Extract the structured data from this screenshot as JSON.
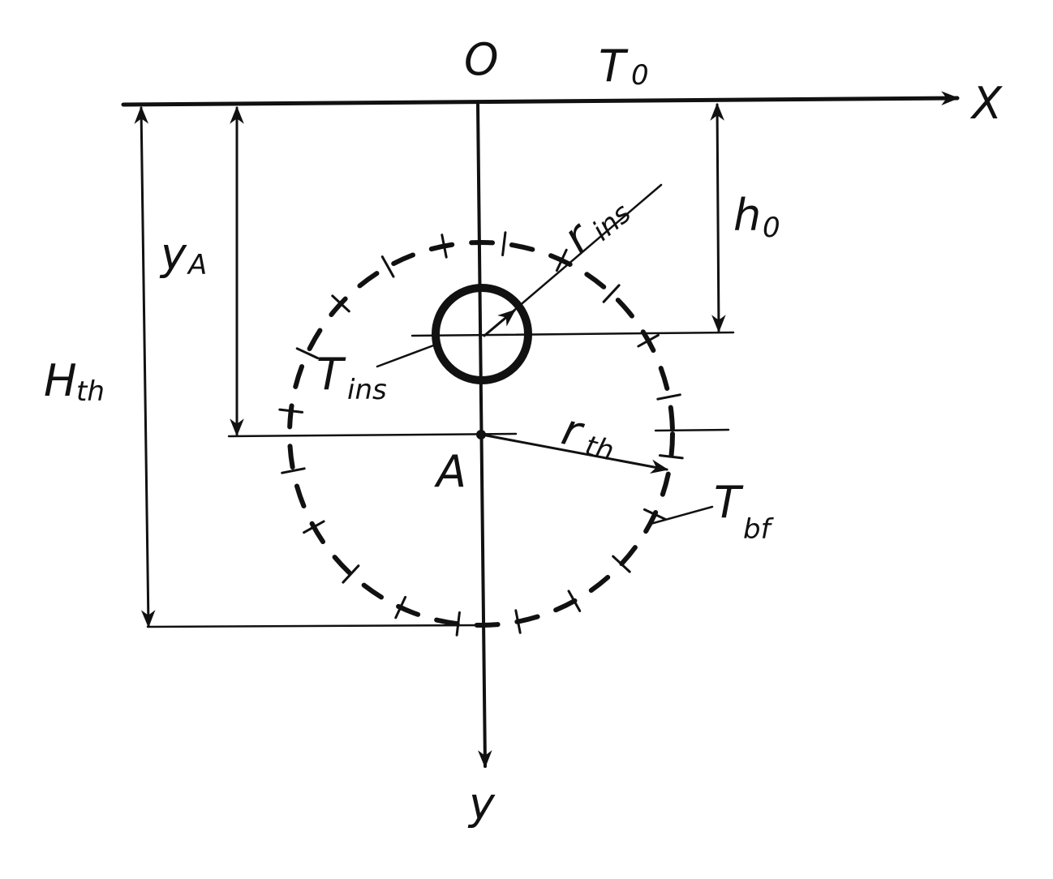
{
  "labels": {
    "origin": "O",
    "x_axis": "X",
    "y_axis": "y",
    "surface_temperature": "T",
    "surface_temperature_sub": "0",
    "depth": "h",
    "depth_sub": "0",
    "point_a_depth": "y",
    "point_a_depth_sub": "A",
    "thaw_depth": "H",
    "thaw_depth_sub": "th",
    "insulation_radius": "r",
    "insulation_radius_sub": "ins",
    "insulation_temperature": "T",
    "insulation_temperature_sub": "ins",
    "point_a": "A",
    "thaw_radius": "r",
    "thaw_radius_sub": "th",
    "boundary_temperature": "T",
    "boundary_temperature_sub": "bf"
  },
  "colors": {
    "ink": "#111111",
    "background": "#ffffff"
  }
}
